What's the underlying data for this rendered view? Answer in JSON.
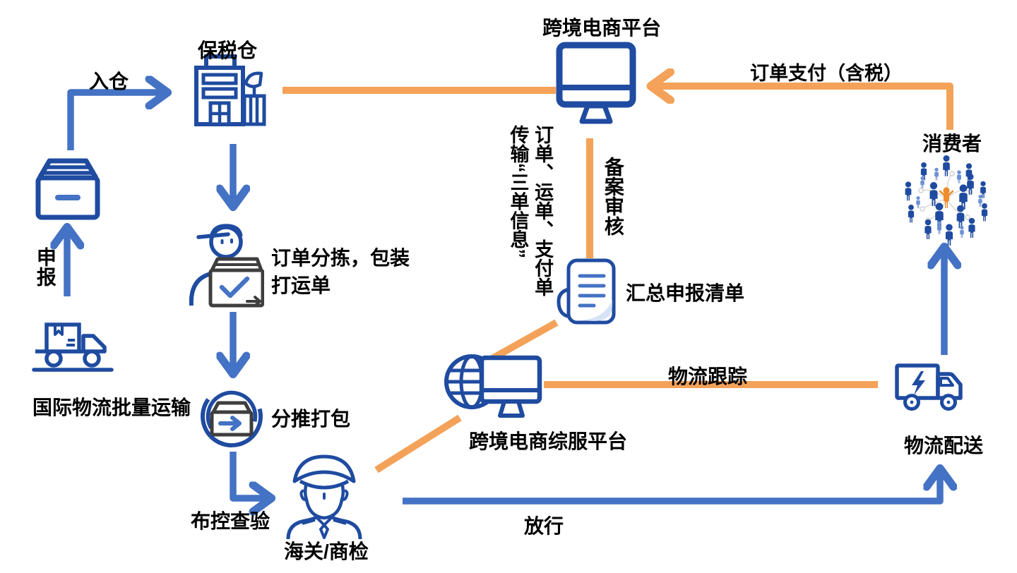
{
  "diagram": {
    "nodes": {
      "package": {
        "icon": "package-box-icon"
      },
      "bonded_warehouse": {
        "label": "保税仓",
        "icon": "warehouse-building-icon"
      },
      "ecommerce_platform": {
        "label": "跨境电商平台",
        "icon": "monitor-icon"
      },
      "consumers": {
        "label": "消费者",
        "icon": "consumer-network-icon"
      },
      "intl_logistics": {
        "label": "国际物流批量运输",
        "icon": "cargo-truck-icon"
      },
      "order_sorting": {
        "label": "订单分拣，包装\n打运单",
        "icon": "worker-package-icon"
      },
      "repacking": {
        "label": "分推打包",
        "icon": "sorting-cycle-icon"
      },
      "customs": {
        "label": "海关/商检",
        "icon": "customs-officer-icon"
      },
      "service_platform": {
        "label": "跨境电商综服平台",
        "icon": "globe-monitor-icon"
      },
      "declaration_list": {
        "label": "汇总申报清单",
        "icon": "document-list-icon"
      },
      "delivery": {
        "label": "物流配送",
        "icon": "delivery-truck-icon"
      }
    },
    "edge_labels": {
      "inbound": "入仓",
      "declare": "申报",
      "order_payment": "订单支付（含税）",
      "three_docs": "订单、运单、支付单\n传输“三单信息”",
      "filing_review": "备案审核",
      "inspection": "布控查验",
      "tracking": "物流跟踪",
      "release": "放行"
    },
    "colors": {
      "flow_blue": "#4472C4",
      "icon_blue": "#1F4BA0",
      "flow_orange": "#F4A259",
      "text": "#000000",
      "center_person_orange": "#ED8B2D",
      "box_gray": "#3E3E3E"
    }
  }
}
